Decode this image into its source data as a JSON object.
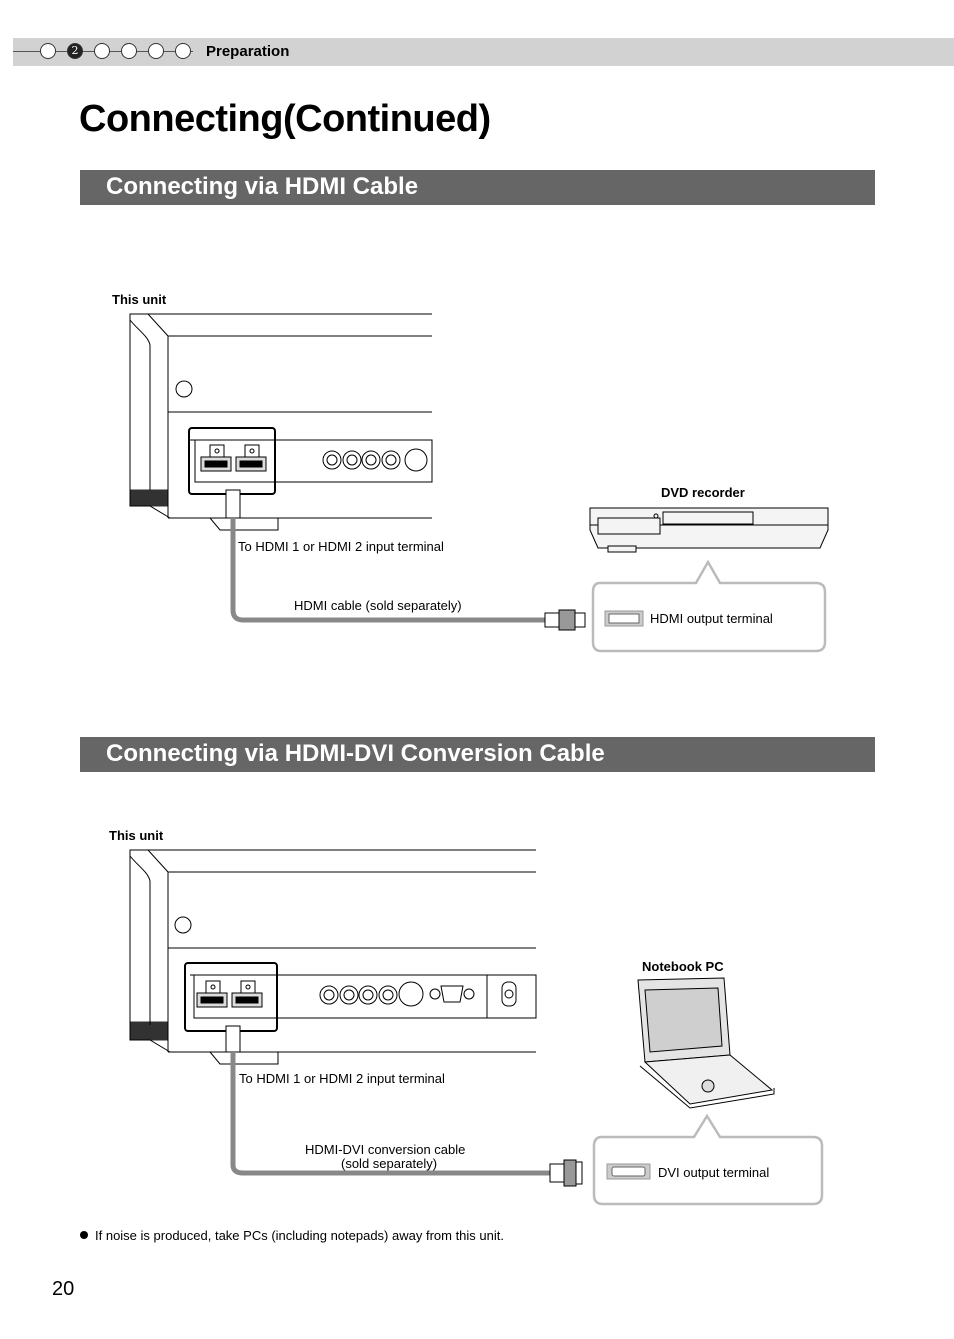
{
  "header": {
    "chapter_number": "2",
    "section": "Preparation"
  },
  "title": "Connecting(Continued)",
  "hdmi_section": {
    "heading": "Connecting via HDMI Cable",
    "this_unit": "This unit",
    "device": "DVD recorder",
    "input_terminal": "To HDMI  1 or HDMI  2 input terminal",
    "cable": "HDMI cable (sold separately)",
    "output_terminal": "HDMI output terminal"
  },
  "dvi_section": {
    "heading": "Connecting via HDMI-DVI Conversion Cable",
    "this_unit": "This unit",
    "device": "Notebook PC",
    "input_terminal": "To HDMI  1 or HDMI  2 input terminal",
    "cable_line1": "HDMI-DVI conversion cable",
    "cable_line2": "(sold separately)",
    "output_terminal": "DVI output terminal"
  },
  "note": "If noise is produced, take PCs (including notepads) away from this unit.",
  "page_number": "20"
}
